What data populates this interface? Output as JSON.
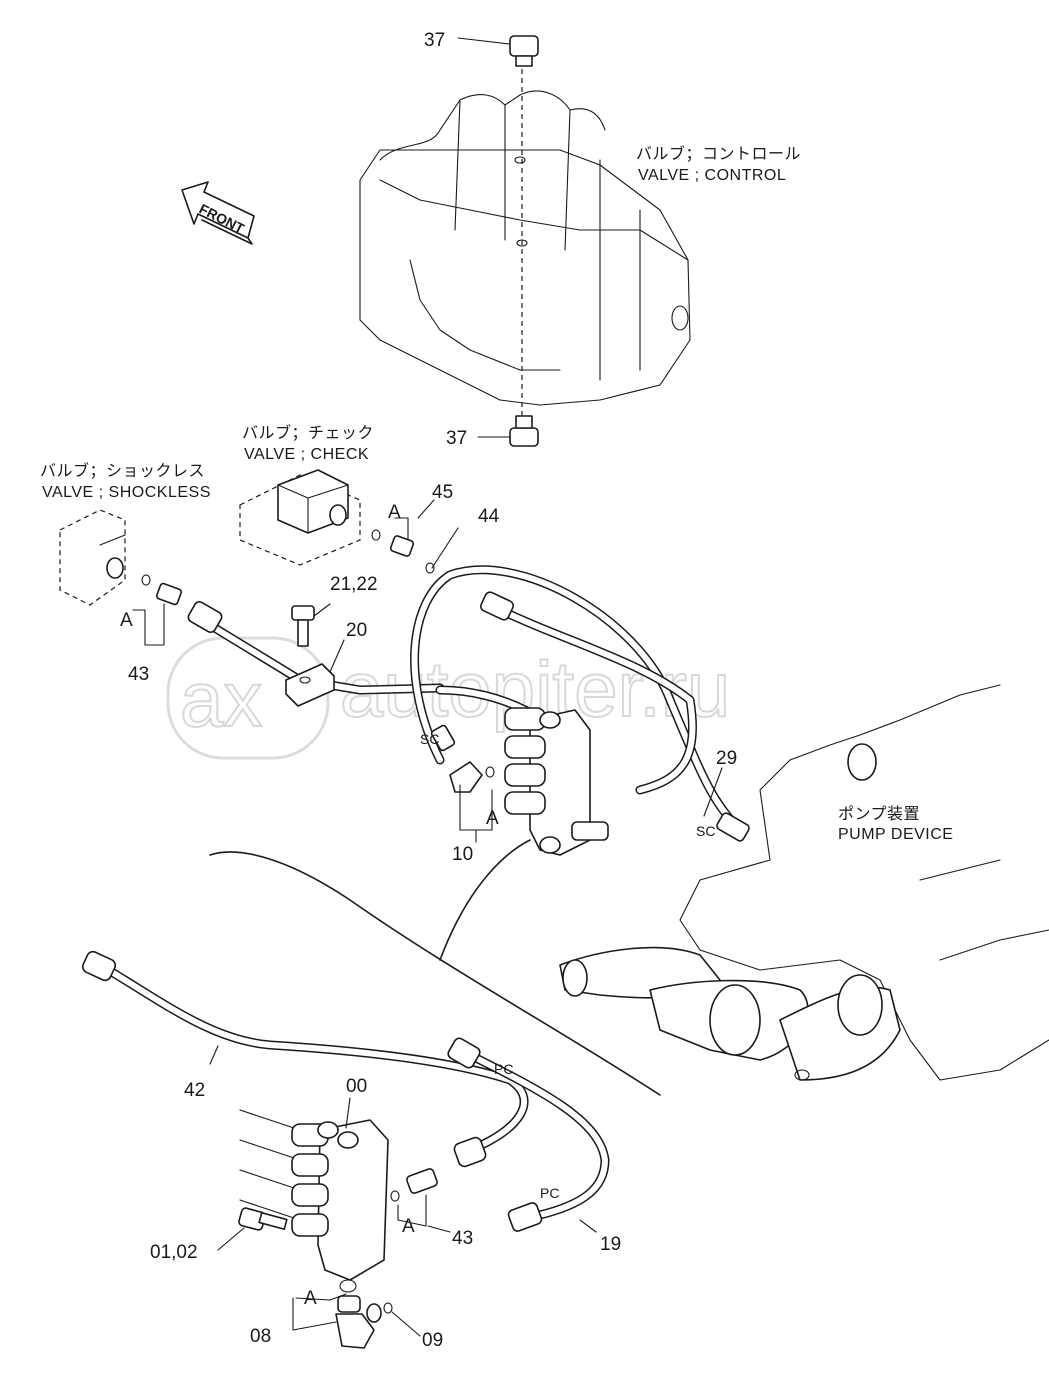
{
  "watermark": "autopiter.ru",
  "watermark_logo": "ax",
  "front_arrow": "FRONT",
  "control_valve": {
    "jp": "バルブ；コントロール",
    "en": "VALVE ; CONTROL"
  },
  "check_valve": {
    "jp": "バルブ；チェック",
    "en": "VALVE ; CHECK"
  },
  "shockless_valve": {
    "jp": "バルブ；ショックレス",
    "en": "VALVE ; SHOCKLESS"
  },
  "pump_device": {
    "jp": "ポンプ装置",
    "en": "PUMP DEVICE"
  },
  "callouts": {
    "p37_top": "37",
    "p37_bottom": "37",
    "p45": "45",
    "p44": "44",
    "p21_22": "21,22",
    "p20": "20",
    "p43_left": "43",
    "p29": "29",
    "p10": "10",
    "p42": "42",
    "p00": "00",
    "p43_bottom": "43",
    "p19": "19",
    "p01_02": "01,02",
    "p08": "08",
    "p09": "09"
  },
  "markers": {
    "a_check": "A",
    "a_shockless": "A",
    "a_10": "A",
    "a_43": "A",
    "a_08": "A",
    "sc_left": "SC",
    "sc_right": "SC",
    "pc_top": "PC",
    "pc_bottom": "PC"
  }
}
